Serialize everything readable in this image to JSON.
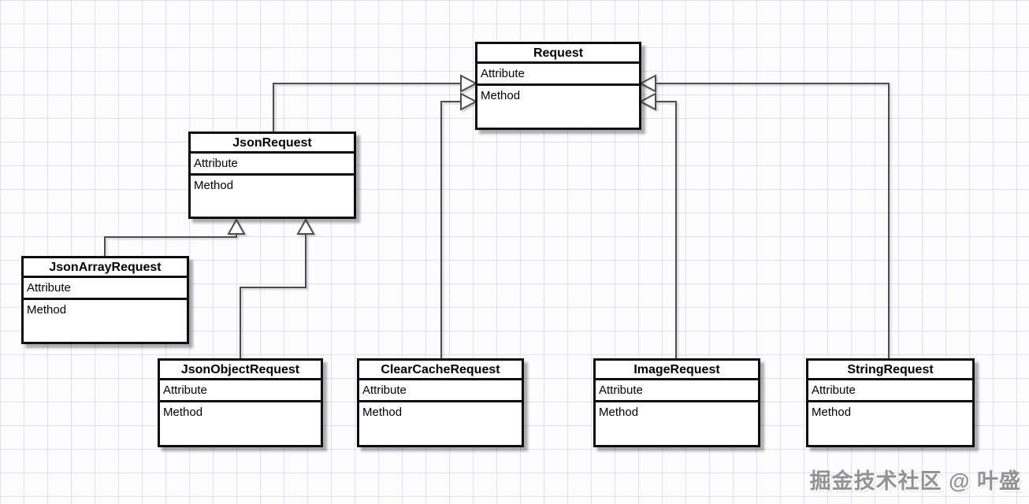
{
  "diagram": {
    "type": "uml-class-diagram",
    "classes": [
      {
        "name": "Request",
        "attribute_label": "Attribute",
        "method_label": "Method"
      },
      {
        "name": "JsonRequest",
        "attribute_label": "Attribute",
        "method_label": "Method"
      },
      {
        "name": "JsonArrayRequest",
        "attribute_label": "Attribute",
        "method_label": "Method"
      },
      {
        "name": "JsonObjectRequest",
        "attribute_label": "Attribute",
        "method_label": "Method"
      },
      {
        "name": "ClearCacheRequest",
        "attribute_label": "Attribute",
        "method_label": "Method"
      },
      {
        "name": "ImageRequest",
        "attribute_label": "Attribute",
        "method_label": "Method"
      },
      {
        "name": "StringRequest",
        "attribute_label": "Attribute",
        "method_label": "Method"
      }
    ],
    "relationships": [
      {
        "from": "JsonRequest",
        "to": "Request",
        "type": "generalization"
      },
      {
        "from": "ClearCacheRequest",
        "to": "Request",
        "type": "generalization"
      },
      {
        "from": "ImageRequest",
        "to": "Request",
        "type": "generalization"
      },
      {
        "from": "StringRequest",
        "to": "Request",
        "type": "generalization"
      },
      {
        "from": "JsonArrayRequest",
        "to": "JsonRequest",
        "type": "generalization"
      },
      {
        "from": "JsonObjectRequest",
        "to": "JsonRequest",
        "type": "generalization"
      }
    ],
    "colors": {
      "background": "#fdfdff",
      "grid_line": "#c6c6e8",
      "box_fill": "#ffffff",
      "box_border": "#0d0d0d",
      "connector": "#4d4d4d",
      "watermark_text": "#808080"
    }
  },
  "watermark": {
    "text": "掘金技术社区 @ 叶盛"
  }
}
